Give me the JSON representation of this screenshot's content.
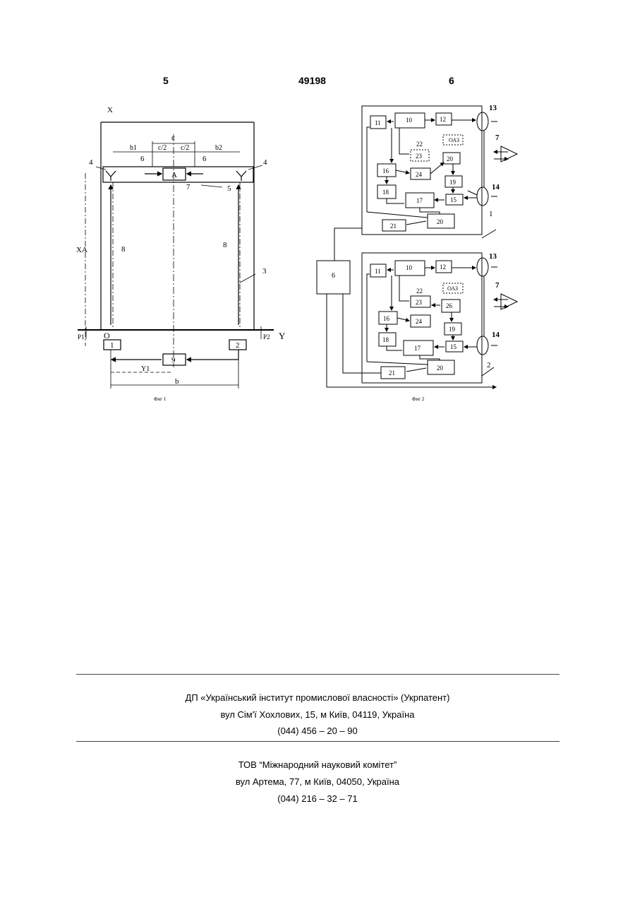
{
  "header": {
    "page_left": "5",
    "patent_number": "49198",
    "page_right": "6"
  },
  "fig1": {
    "caption": "Фиг 1",
    "axis_x": "X",
    "axis_y": "Y",
    "origin": "O",
    "xa": "XA",
    "y1": "Y1",
    "p1": "P1",
    "p2": "P2",
    "dim_c": "c",
    "dim_c2_left": "c/2",
    "dim_c2_right": "c/2",
    "dim_b1": "b1",
    "dim_b2": "b2",
    "dim_b": "b",
    "point_a": "A",
    "labels": [
      "1",
      "2",
      "3",
      "4",
      "4",
      "5",
      "6",
      "6",
      "7",
      "8",
      "8",
      "9"
    ]
  },
  "fig2": {
    "caption": "Фиг 2",
    "block6": "6",
    "unit1": {
      "label": "1",
      "blocks": [
        "10",
        "11",
        "12",
        "15",
        "16",
        "17",
        "18",
        "19",
        "20",
        "21",
        "23",
        "24",
        "20"
      ],
      "tags": [
        "13",
        "14",
        "7",
        "22",
        "ОАЗ"
      ]
    },
    "unit2": {
      "label": "2",
      "blocks": [
        "10",
        "11",
        "12",
        "15",
        "16",
        "17",
        "18",
        "19",
        "20",
        "21",
        "23",
        "24",
        "26"
      ],
      "tags": [
        "13",
        "14",
        "7",
        "22",
        "ОАЗ"
      ]
    }
  },
  "footer": {
    "org1_name": "ДП «Український інститут промислової власності» (Укрпатент)",
    "org1_address": "вул  Сім'ї Хохлових, 15, м  Київ, 04119, Україна",
    "org1_phone": "(044) 456 – 20 –  90",
    "org2_name": "ТОВ “Міжнародний науковий комітет”",
    "org2_address": "вул  Артема, 77, м  Київ, 04050, Україна",
    "org2_phone": "(044) 216 – 32 – 71"
  }
}
